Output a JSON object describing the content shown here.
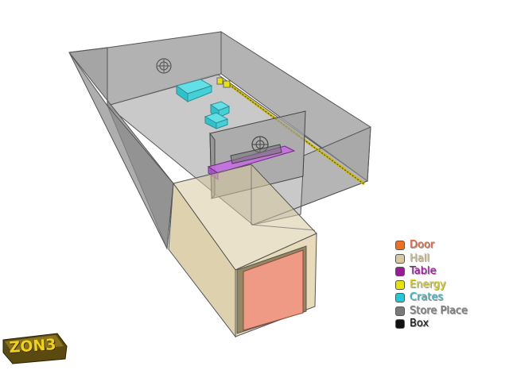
{
  "legend": [
    {
      "id": "door",
      "label": "Door",
      "color": "#f0701f",
      "text_color": "#e9663a"
    },
    {
      "id": "hall",
      "label": "Hall",
      "color": "#d9c9a1",
      "text_color": "#d6c79c"
    },
    {
      "id": "table",
      "label": "Table",
      "color": "#9a1a9a",
      "text_color": "#941a94"
    },
    {
      "id": "energy",
      "label": "Energy",
      "color": "#e8e10a",
      "text_color": "#e0d80a"
    },
    {
      "id": "crates",
      "label": "Crates",
      "color": "#20c8d8",
      "text_color": "#25c0d0"
    },
    {
      "id": "store-place",
      "label": "Store Place",
      "color": "#7a7a7a",
      "text_color": "#7a7a7a"
    },
    {
      "id": "box",
      "label": "Box",
      "color": "#111111",
      "text_color": "#111111"
    }
  ],
  "logo": {
    "text": "ZON3",
    "color": "#f1d21a"
  },
  "scene": {
    "store_color": "#8a8a8a",
    "hall_color": "#d9c9a1",
    "door_color": "#ef9a84",
    "crate_color": "#3fd3d8",
    "table_color": "#b04bcf",
    "energy_color": "#d8c800"
  }
}
